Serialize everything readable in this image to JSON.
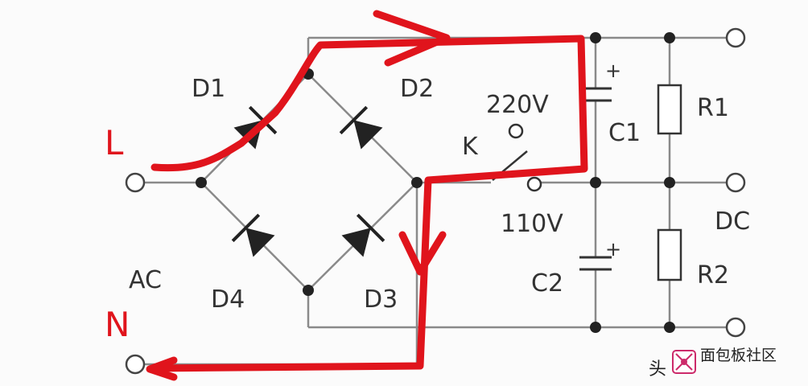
{
  "labels": {
    "L": "L",
    "N": "N",
    "AC": "AC",
    "DC": "DC",
    "D1": "D1",
    "D2": "D2",
    "D3": "D3",
    "D4": "D4",
    "K": "K",
    "v220": "220V",
    "v110": "110V",
    "C1": "C1",
    "C2": "C2",
    "R1": "R1",
    "R2": "R2",
    "plus": "+"
  },
  "watermark": {
    "left": "头",
    "text": "面包板社区"
  },
  "colors": {
    "wire": "#8a8a8a",
    "component": "#333333",
    "current_path": "#e0141c"
  }
}
